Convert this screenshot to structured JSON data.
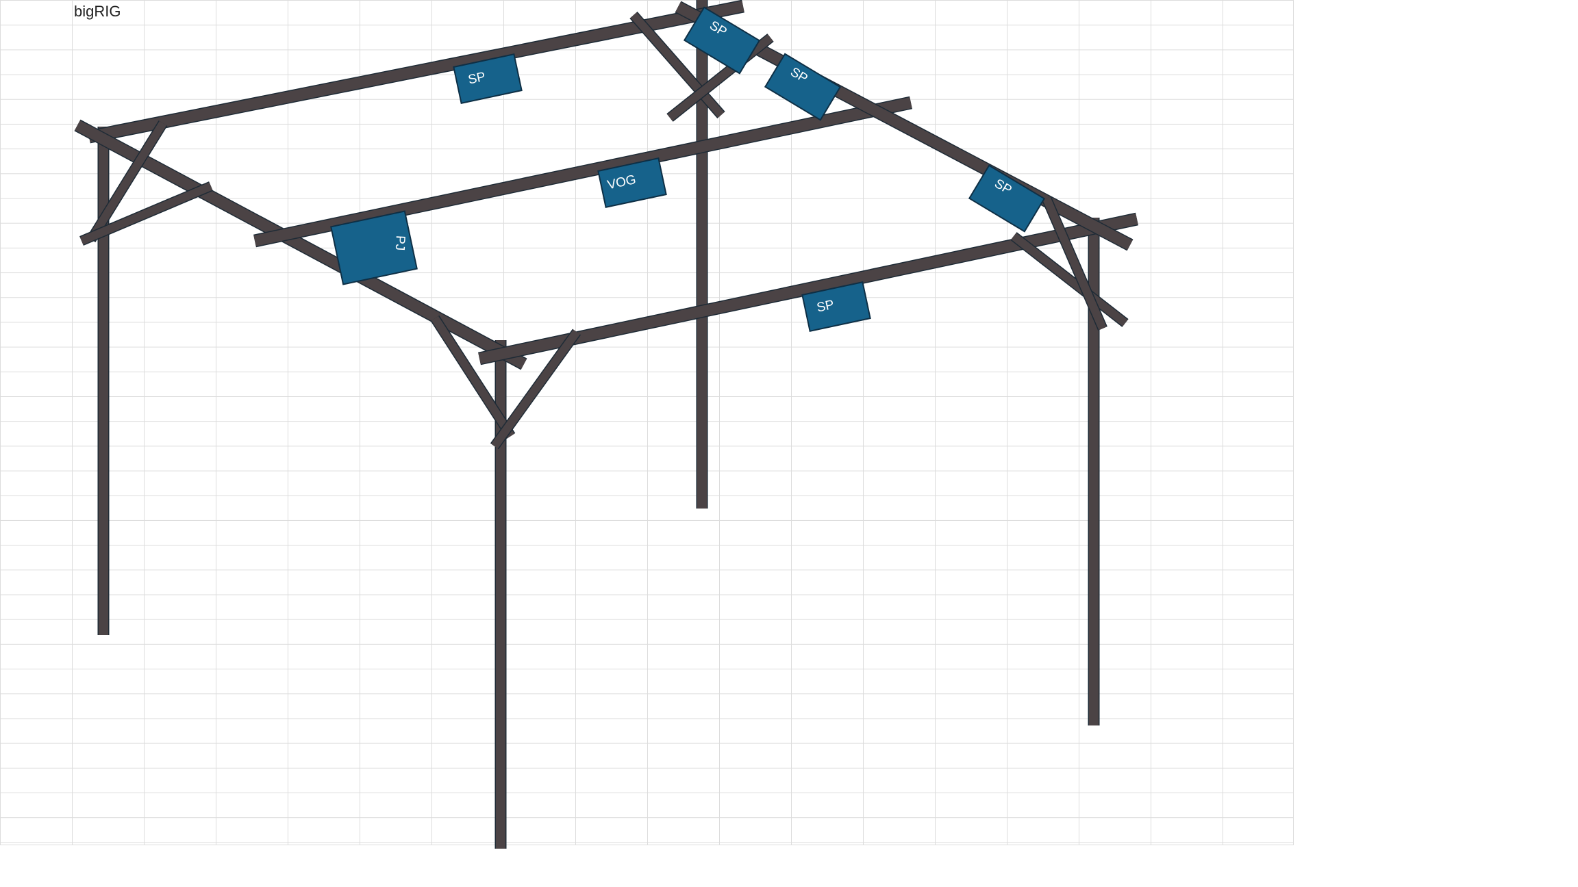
{
  "sheet": {
    "title": "bigRIG"
  },
  "colors": {
    "truss": "#4b4345",
    "truss_outline": "#1e2b36",
    "fixture": "#16628b",
    "fixture_outline": "#0e2f45",
    "grid": "#dcdcdc"
  },
  "fixtures": [
    {
      "id": "sp-front-left",
      "label": "SP"
    },
    {
      "id": "sp-top-1",
      "label": "SP"
    },
    {
      "id": "sp-top-2",
      "label": "SP"
    },
    {
      "id": "vog-center",
      "label": "VOG"
    },
    {
      "id": "sp-right",
      "label": "SP"
    },
    {
      "id": "pj-left",
      "label": "PJ"
    },
    {
      "id": "sp-front-right",
      "label": "SP"
    }
  ]
}
